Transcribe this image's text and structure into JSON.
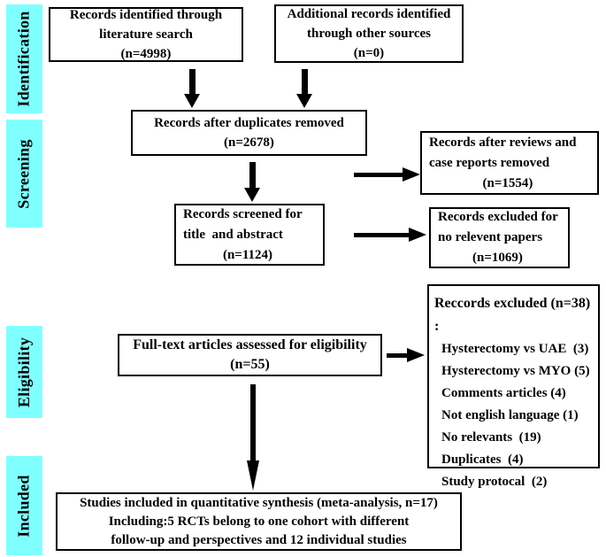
{
  "palette": {
    "stage_bg": "#80FFFF",
    "box_border": "#000000",
    "text": "#000000",
    "background": "#FFFFFF"
  },
  "sidebar": {
    "items": [
      {
        "label": "Identification"
      },
      {
        "label": "Screening"
      },
      {
        "label": "Eligibility"
      },
      {
        "label": "Included"
      }
    ]
  },
  "boxes": {
    "literature_search": {
      "lines": [
        "Records identified through",
        "literature search",
        "(n=4998)"
      ]
    },
    "other_sources": {
      "lines": [
        "Additional records identified",
        "through other sources",
        "(n=0)"
      ]
    },
    "duplicates_removed": {
      "lines": [
        "Records after duplicates removed",
        "(n=2678)"
      ]
    },
    "reviews_removed": {
      "lines": [
        "Records after reviews and",
        "case reports removed",
        "(n=1554)"
      ]
    },
    "screened": {
      "lines": [
        "Records screened for",
        "title  and abstract",
        "(n=1124)"
      ]
    },
    "excluded_no_relevent": {
      "lines": [
        "Records excluded for",
        "no relevent papers",
        "(n=1069)"
      ]
    },
    "full_text": {
      "lines": [
        "Full-text articles assessed for eligibility",
        "(n=55)"
      ]
    },
    "records_excluded": {
      "title": "Reccords excluded (n=38) :",
      "items": [
        "Hysterectomy vs UAE  (3)",
        "Hysterectomy vs MYO (5)",
        "Comments articles (4)",
        "Not english language (1)",
        "No relevants  (19)",
        "Duplicates  (4)",
        "Study protocal  (2)"
      ]
    },
    "included_synthesis": {
      "lines": [
        "Studies included in quantitative synthesis (meta-analysis, n=17)",
        "Including:5 RCTs belong to one cohort with different",
        "follow-up and perspectives and 12 individual studies"
      ]
    }
  }
}
